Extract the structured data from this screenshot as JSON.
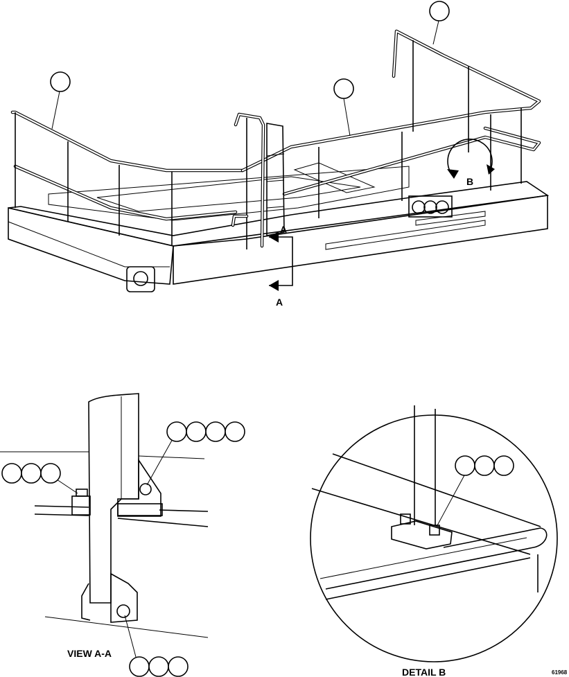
{
  "section_marker": "A",
  "detail_marker": "B",
  "view_a_caption": "VIEW A-A",
  "detail_b_caption": "DETAIL B",
  "drawing_number": "61968"
}
